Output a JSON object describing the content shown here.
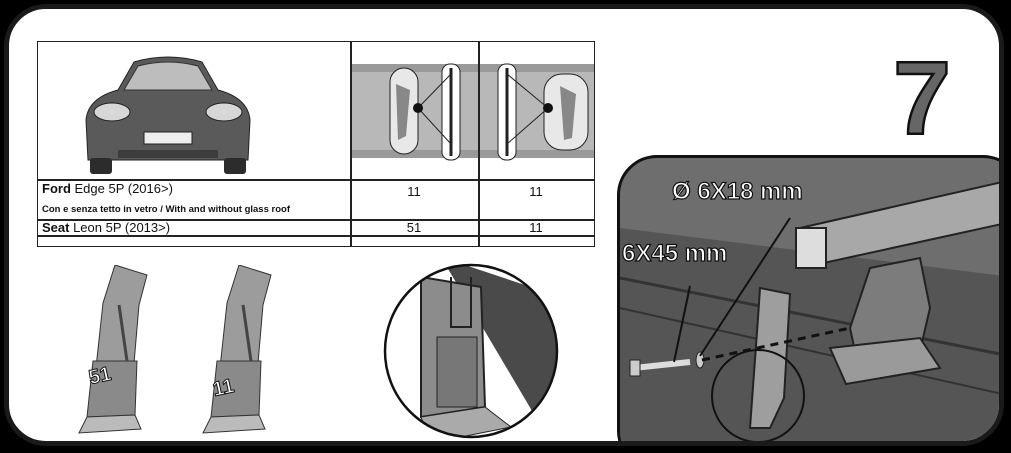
{
  "step_number": "7",
  "table": {
    "rows": [
      {
        "brand": "Ford",
        "model": " Edge 5P (2016>)",
        "note": "Con e senza tetto in vetro / With and without glass roof",
        "front": "11",
        "rear": "11"
      },
      {
        "brand": "Seat",
        "model": " Leon 5P (2013>)",
        "note": "",
        "front": "51",
        "rear": "11"
      }
    ]
  },
  "pads": [
    {
      "code": "51"
    },
    {
      "code": "11"
    }
  ],
  "dimensions": {
    "screw_short": "Ø 6X18  mm",
    "screw_long": "6X45 mm"
  }
}
